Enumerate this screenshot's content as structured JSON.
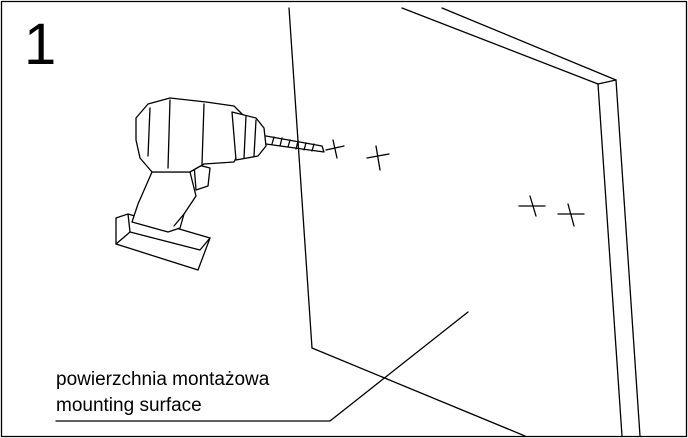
{
  "step": {
    "number": "1"
  },
  "labels": {
    "line1": "powierzchnia montażowa",
    "line2": "mounting surface"
  },
  "icons": {
    "tool": "drill-icon",
    "marks": "cross-mark-icon"
  },
  "colors": {
    "line": "#000000",
    "background": "#ffffff"
  }
}
